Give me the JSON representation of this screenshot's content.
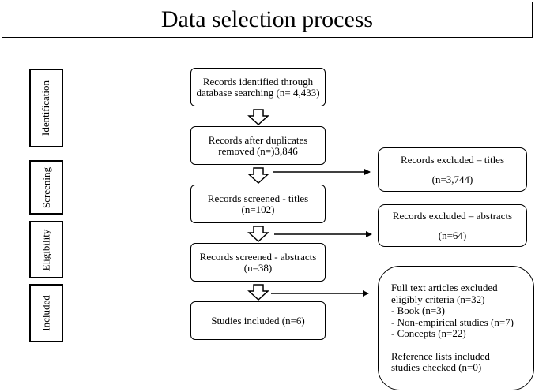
{
  "title": "Data selection process",
  "stages": [
    "Identification",
    "Screening",
    "Eligibility",
    "Included"
  ],
  "main_boxes": [
    {
      "line1": "Records identified through",
      "line2": "database searching (n= 4,433)"
    },
    {
      "line1": "Records after duplicates",
      "line2": "removed (n=)3,846"
    },
    {
      "line1": "Records screened - titles",
      "line2": "(n=102)"
    },
    {
      "line1": "Records screened - abstracts",
      "line2": "(n=38)"
    },
    {
      "line1": "Studies included (n=6)",
      "line2": ""
    }
  ],
  "excluded": [
    {
      "line1": "Records excluded – titles",
      "line2": "(n=3,744)"
    },
    {
      "line1": "Records excluded – abstracts",
      "line2": "(n=64)"
    }
  ],
  "fulltext": {
    "lines": [
      "Full text articles excluded",
      "eligibly criteria (n=32)",
      "- Book (n=3)",
      "- Non-empirical studies (n=7)",
      "- Concepts (n=22)"
    ],
    "reference_lines": [
      "Reference lists included",
      "studies checked (n=0)"
    ]
  }
}
